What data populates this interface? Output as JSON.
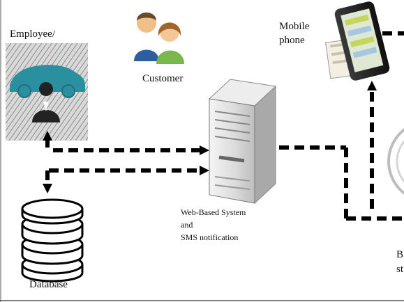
{
  "labels": {
    "employee": "Employee/",
    "customer": "Customer",
    "mobile_line1": "Mobile",
    "mobile_line2": "phone",
    "system_line1": "Web-Based System",
    "system_line2": "and",
    "system_line3": "SMS notification",
    "database": "Database",
    "cut_line1": "B",
    "cut_line2": "st"
  },
  "icons": [
    "employee-car-icon",
    "customer-people-icon",
    "mobile-phone-icon",
    "web-server-icon",
    "database-icon",
    "bank-emblem-icon"
  ],
  "colors": {
    "arrow": "#000000",
    "car": "#2a8f9f",
    "person": "#222222"
  }
}
